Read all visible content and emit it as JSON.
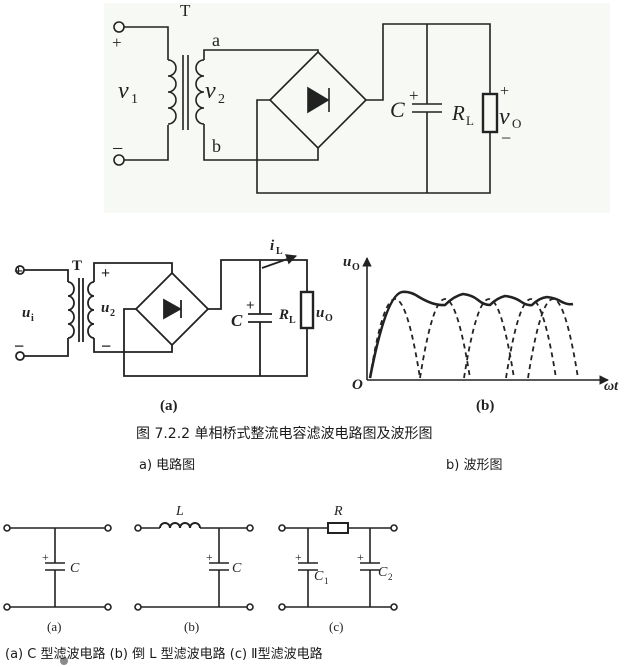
{
  "top_circuit": {
    "transformer_label": "T",
    "plus_in": "+",
    "minus_in": "−",
    "v1_main": "v",
    "v1_sub": "1",
    "v2_main": "v",
    "v2_sub": "2",
    "node_a": "a",
    "node_b": "b",
    "cap_label": "C",
    "cap_plus": "+",
    "r_main": "R",
    "r_sub": "L",
    "vo_main": "v",
    "vo_sub": "O",
    "out_plus": "+",
    "out_minus": "−"
  },
  "fig_a": {
    "transformer_label": "T",
    "plus_in": "+",
    "minus_in": "−",
    "ui_main": "u",
    "ui_sub": "i",
    "u2_main": "u",
    "u2_sub": "2",
    "sec_plus": "+",
    "sec_minus": "−",
    "il_main": "i",
    "il_sub": "L",
    "cap_label": "C",
    "cap_plus": "+",
    "r_main": "R",
    "r_sub": "L",
    "uo_main": "u",
    "uo_sub": "O",
    "caption": "(a)"
  },
  "fig_b": {
    "y_axis_main": "u",
    "y_axis_sub": "O",
    "origin": "O",
    "x_axis": "ωt",
    "caption": "(b)"
  },
  "figure_caption": "图 7.2.2  单相桥式整流电容滤波电路图及波形图",
  "sub_caption_a": "a) 电路图",
  "sub_caption_b": "b) 波形图",
  "filters": {
    "c_cap": "C",
    "c_plus": "+",
    "c_caption": "(a)",
    "l_ind": "L",
    "l_cap": "C",
    "l_plus": "+",
    "l_caption": "(b)",
    "pi_res": "R",
    "pi_c1_main": "C",
    "pi_c1_sub": "1",
    "pi_c2_main": "C",
    "pi_c2_sub": "2",
    "pi_plus1": "+",
    "pi_plus2": "+",
    "pi_caption": "(c)",
    "bottom_caption": "(a) C 型滤波电路 (b) 倒 L 型滤波电路 (c) Ⅱ型滤波电路"
  }
}
